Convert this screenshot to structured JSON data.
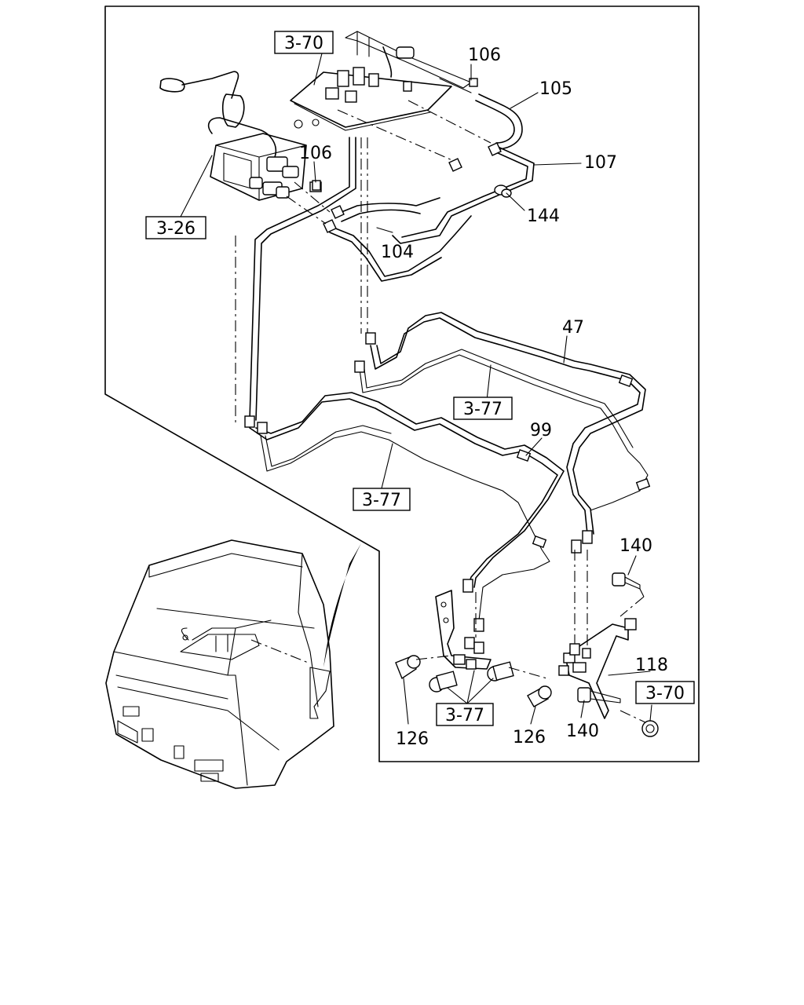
{
  "diagram": {
    "part_numbers": {
      "p106_top": "106",
      "p105": "105",
      "p106_mid": "106",
      "p107": "107",
      "p144": "144",
      "p104": "104",
      "p47": "47",
      "p99": "99",
      "p140_top": "140",
      "p118": "118",
      "p126_left": "126",
      "p126_right": "126",
      "p140_bottom": "140"
    },
    "references": {
      "ref_370_top": "3-70",
      "ref_326": "3-26",
      "ref_377_a": "3-77",
      "ref_377_b": "3-77",
      "ref_377_c": "3-77",
      "ref_370_bottom": "3-70"
    }
  }
}
